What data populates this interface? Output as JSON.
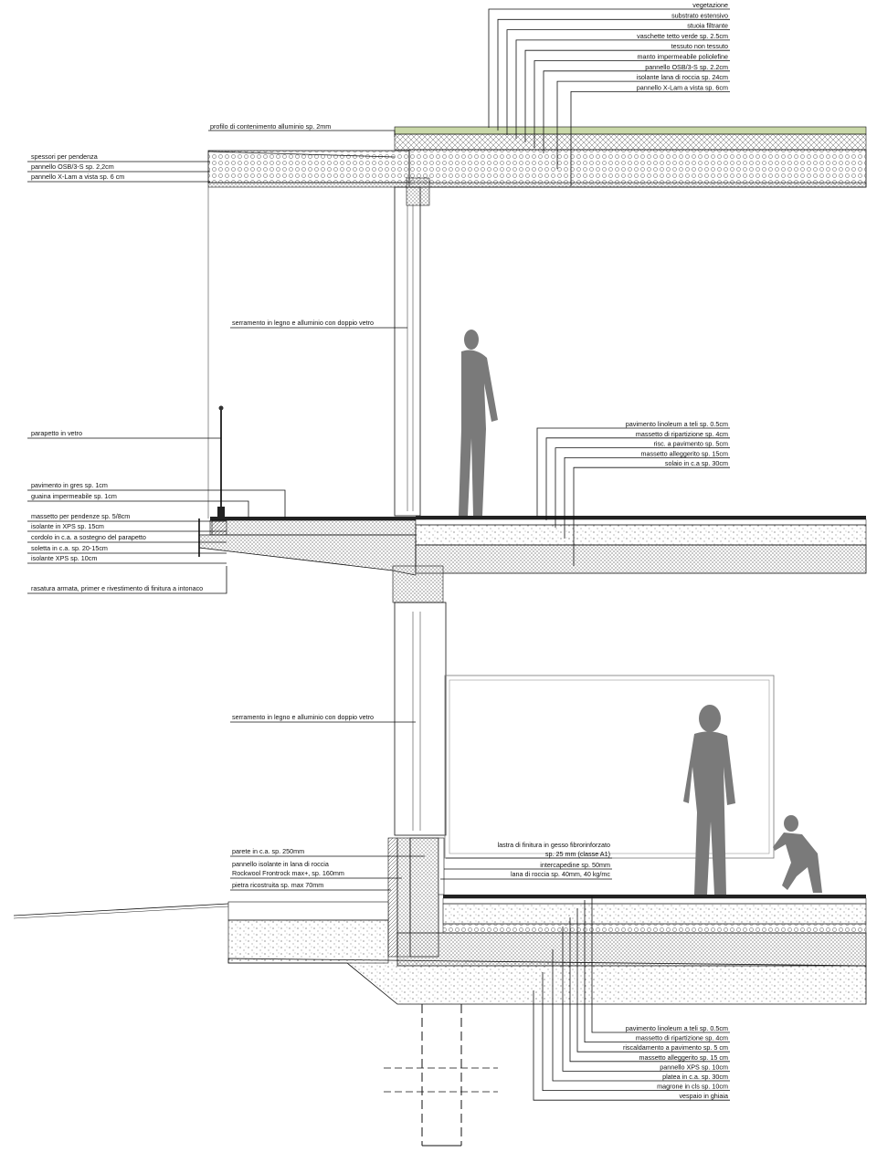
{
  "roof_labels": [
    "vegetazione",
    "substrato estensivo",
    "stuoia filtrante",
    "vaschette tetto verde sp. 2.5cm",
    "tessuto non tessuto",
    "manto impermeabile poliolefine",
    "pannello OSB/3-S sp. 2.2cm",
    "isolante lana di roccia sp. 24cm",
    "pannello X-Lam a vista sp. 6cm"
  ],
  "roof_edge_label": "profilo di contenimento alluminio sp. 2mm",
  "overhang_labels": [
    "spessori per pendenza",
    "pannello OSB/3-S sp. 2,2cm",
    "pannello X-Lam a vista sp. 6 cm"
  ],
  "upper_window_label": "serramento in legno e alluminio con doppio vetro",
  "parapet_label": "parapetto in vetro",
  "upper_floor_labels": [
    "pavimento linoleum a teli sp. 0.5cm",
    "massetto di ripartizione sp. 4cm",
    "risc. a pavimento sp. 5cm",
    "massetto alleggerito sp. 15cm",
    "solaio in c.a sp. 30cm"
  ],
  "balcony_labels": [
    "pavimento in gres sp. 1cm",
    "guaina impermeabile sp. 1cm",
    "massetto per pendenze sp. 5/8cm",
    "isolante in XPS sp. 15cm",
    "cordolo in c.a. a sostegno del parapetto",
    "soletta in c.a. sp. 20-15cm",
    "isolante XPS sp. 10cm"
  ],
  "balcony_finish_label": "rasatura armata, primer e rivestimento di finitura a intonaco",
  "lower_window_label": "serramento in legno e alluminio con doppio vetro",
  "wall_labels": [
    "parete in c.a. sp. 250mm",
    "pannello isolante in lana di roccia",
    "Rockwool Frontrock max+, sp. 160mm",
    "pietra ricostruita sp. max 70mm"
  ],
  "lining_labels": [
    "lastra di finitura in gesso fibrorinforzato",
    "sp. 25 mm (classe A1)",
    "intercapedine sp. 50mm",
    "lana di roccia sp. 40mm, 40 kg/mc"
  ],
  "ground_floor_labels": [
    "pavimento linoleum a teli sp. 0.5cm",
    "massetto di ripartizione sp. 4cm",
    "riscaldamento a pavimento sp. 5 cm",
    "massetto alleggerito sp. 15 cm",
    "pannello XPS sp. 10cm",
    "platea in c.a. sp. 30cm",
    "magrone in cls sp. 10cm",
    "vespaio in ghiaia"
  ],
  "colors": {
    "vegetation": "#c9d8a8",
    "silhouette": "#7a7a7a",
    "line": "#111111"
  }
}
